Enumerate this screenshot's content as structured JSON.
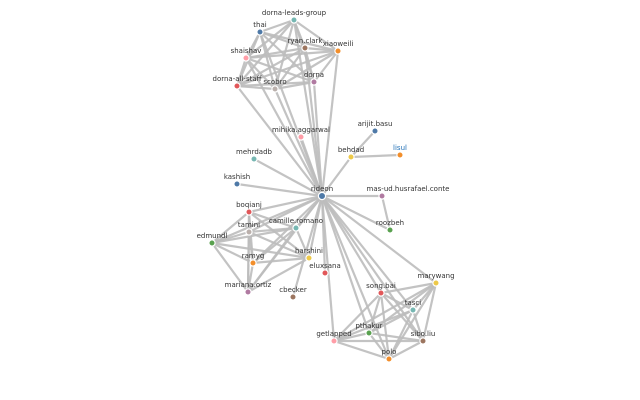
{
  "labels": {
    "dorna_leads_group": "dorna-leads-group",
    "thai": "thai",
    "ryan_clark": "ryan.clark",
    "xiaoweili": "xiaoweili",
    "shaishav": "shaishav",
    "scobro": "scobro",
    "dorna": "dorna",
    "dorna_all_staff": "dorna-all-staff",
    "mihika_aggarwal": "mihika.aggarwal",
    "arijit_basu": "arijit.basu",
    "lisul": "lisul",
    "behdad": "behdad",
    "mehrdadb": "mehrdadb",
    "kashish": "kashish",
    "rideon": "rideon",
    "mas_ud_husrafael_conte": "mas-ud.husrafael.conte",
    "boqianj": "boqianj",
    "tamini": "tamini",
    "camille_romano": "camille.romano",
    "roozbeh": "roozbeh",
    "edmundl": "edmundl",
    "ramyg": "ramyg",
    "harshini": "harshini",
    "eluxsana": "eluxsana",
    "mariana_ortiz": "mariana.ortiz",
    "cbecker": "cbecker",
    "marywang": "marywang",
    "song_bai": "song.bai",
    "tasci": "tasci",
    "pthakur": "pthakur",
    "sibo_liu": "sibo.liu",
    "getlapped": "getlapped",
    "polo": "polo"
  },
  "colors": {
    "edge": "#bdbdbd",
    "label_default": "#333333",
    "label_highlight": "#1f6fb5"
  }
}
